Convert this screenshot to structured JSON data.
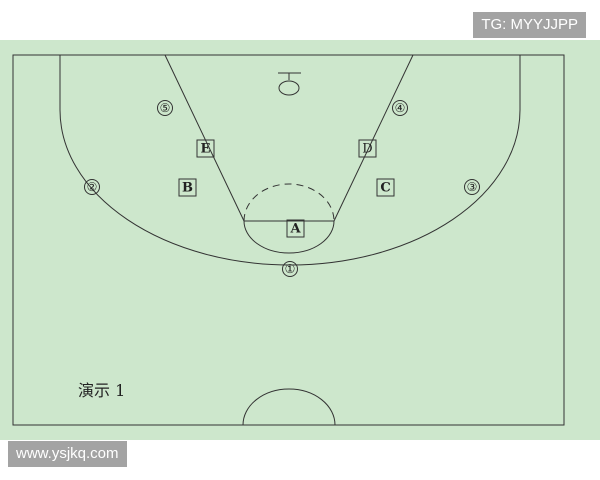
{
  "watermarks": {
    "top": "TG: MYYJJPP",
    "bottom": "www.ysjkq.com"
  },
  "caption": "演示 1",
  "offense_markers": [
    "①",
    "②",
    "③",
    "④",
    "⑤"
  ],
  "defense_markers": [
    "A",
    "B",
    "C",
    "D",
    "E"
  ],
  "colors": {
    "court": "#cde7cc",
    "line": "#333333",
    "watermark_bg": "#a3a3a3"
  }
}
